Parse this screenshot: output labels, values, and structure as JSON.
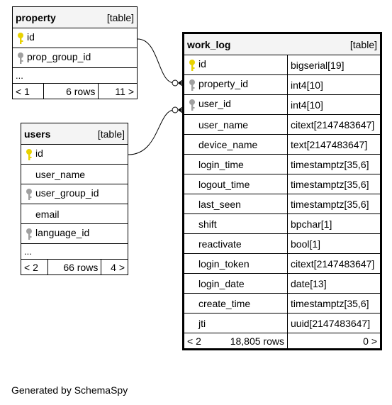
{
  "tables": {
    "property": {
      "name": "property",
      "kind": "[table]",
      "columns": [
        {
          "name": "id",
          "key": "primary"
        },
        {
          "name": "prop_group_id",
          "key": "foreign"
        }
      ],
      "ellipsis": "...",
      "footer": {
        "left": "< 1",
        "rows": "6 rows",
        "right": "11 >"
      }
    },
    "users": {
      "name": "users",
      "kind": "[table]",
      "columns": [
        {
          "name": "id",
          "key": "primary"
        },
        {
          "name": "user_name",
          "key": "none"
        },
        {
          "name": "user_group_id",
          "key": "foreign"
        },
        {
          "name": "email",
          "key": "none"
        },
        {
          "name": "language_id",
          "key": "foreign"
        }
      ],
      "ellipsis": "...",
      "footer": {
        "left": "< 2",
        "rows": "66 rows",
        "right": "4 >"
      }
    },
    "work_log": {
      "name": "work_log",
      "kind": "[table]",
      "columns": [
        {
          "name": "id",
          "type": "bigserial[19]",
          "key": "primary"
        },
        {
          "name": "property_id",
          "type": "int4[10]",
          "key": "foreign"
        },
        {
          "name": "user_id",
          "type": "int4[10]",
          "key": "foreign"
        },
        {
          "name": "user_name",
          "type": "citext[2147483647]",
          "key": "none"
        },
        {
          "name": "device_name",
          "type": "text[2147483647]",
          "key": "none"
        },
        {
          "name": "login_time",
          "type": "timestamptz[35,6]",
          "key": "none"
        },
        {
          "name": "logout_time",
          "type": "timestamptz[35,6]",
          "key": "none"
        },
        {
          "name": "last_seen",
          "type": "timestamptz[35,6]",
          "key": "none"
        },
        {
          "name": "shift",
          "type": "bpchar[1]",
          "key": "none"
        },
        {
          "name": "reactivate",
          "type": "bool[1]",
          "key": "none"
        },
        {
          "name": "login_token",
          "type": "citext[2147483647]",
          "key": "none"
        },
        {
          "name": "login_date",
          "type": "date[13]",
          "key": "none"
        },
        {
          "name": "create_time",
          "type": "timestamptz[35,6]",
          "key": "none"
        },
        {
          "name": "jti",
          "type": "uuid[2147483647]",
          "key": "none"
        }
      ],
      "footer": {
        "left": "< 2",
        "rows": "18,805 rows",
        "right": "0 >"
      }
    }
  },
  "colors": {
    "primary_key": "#e8d200",
    "foreign_key": "#a0a0a0",
    "header_bg": "#f4f4f4"
  },
  "footer_text": "Generated by SchemaSpy"
}
